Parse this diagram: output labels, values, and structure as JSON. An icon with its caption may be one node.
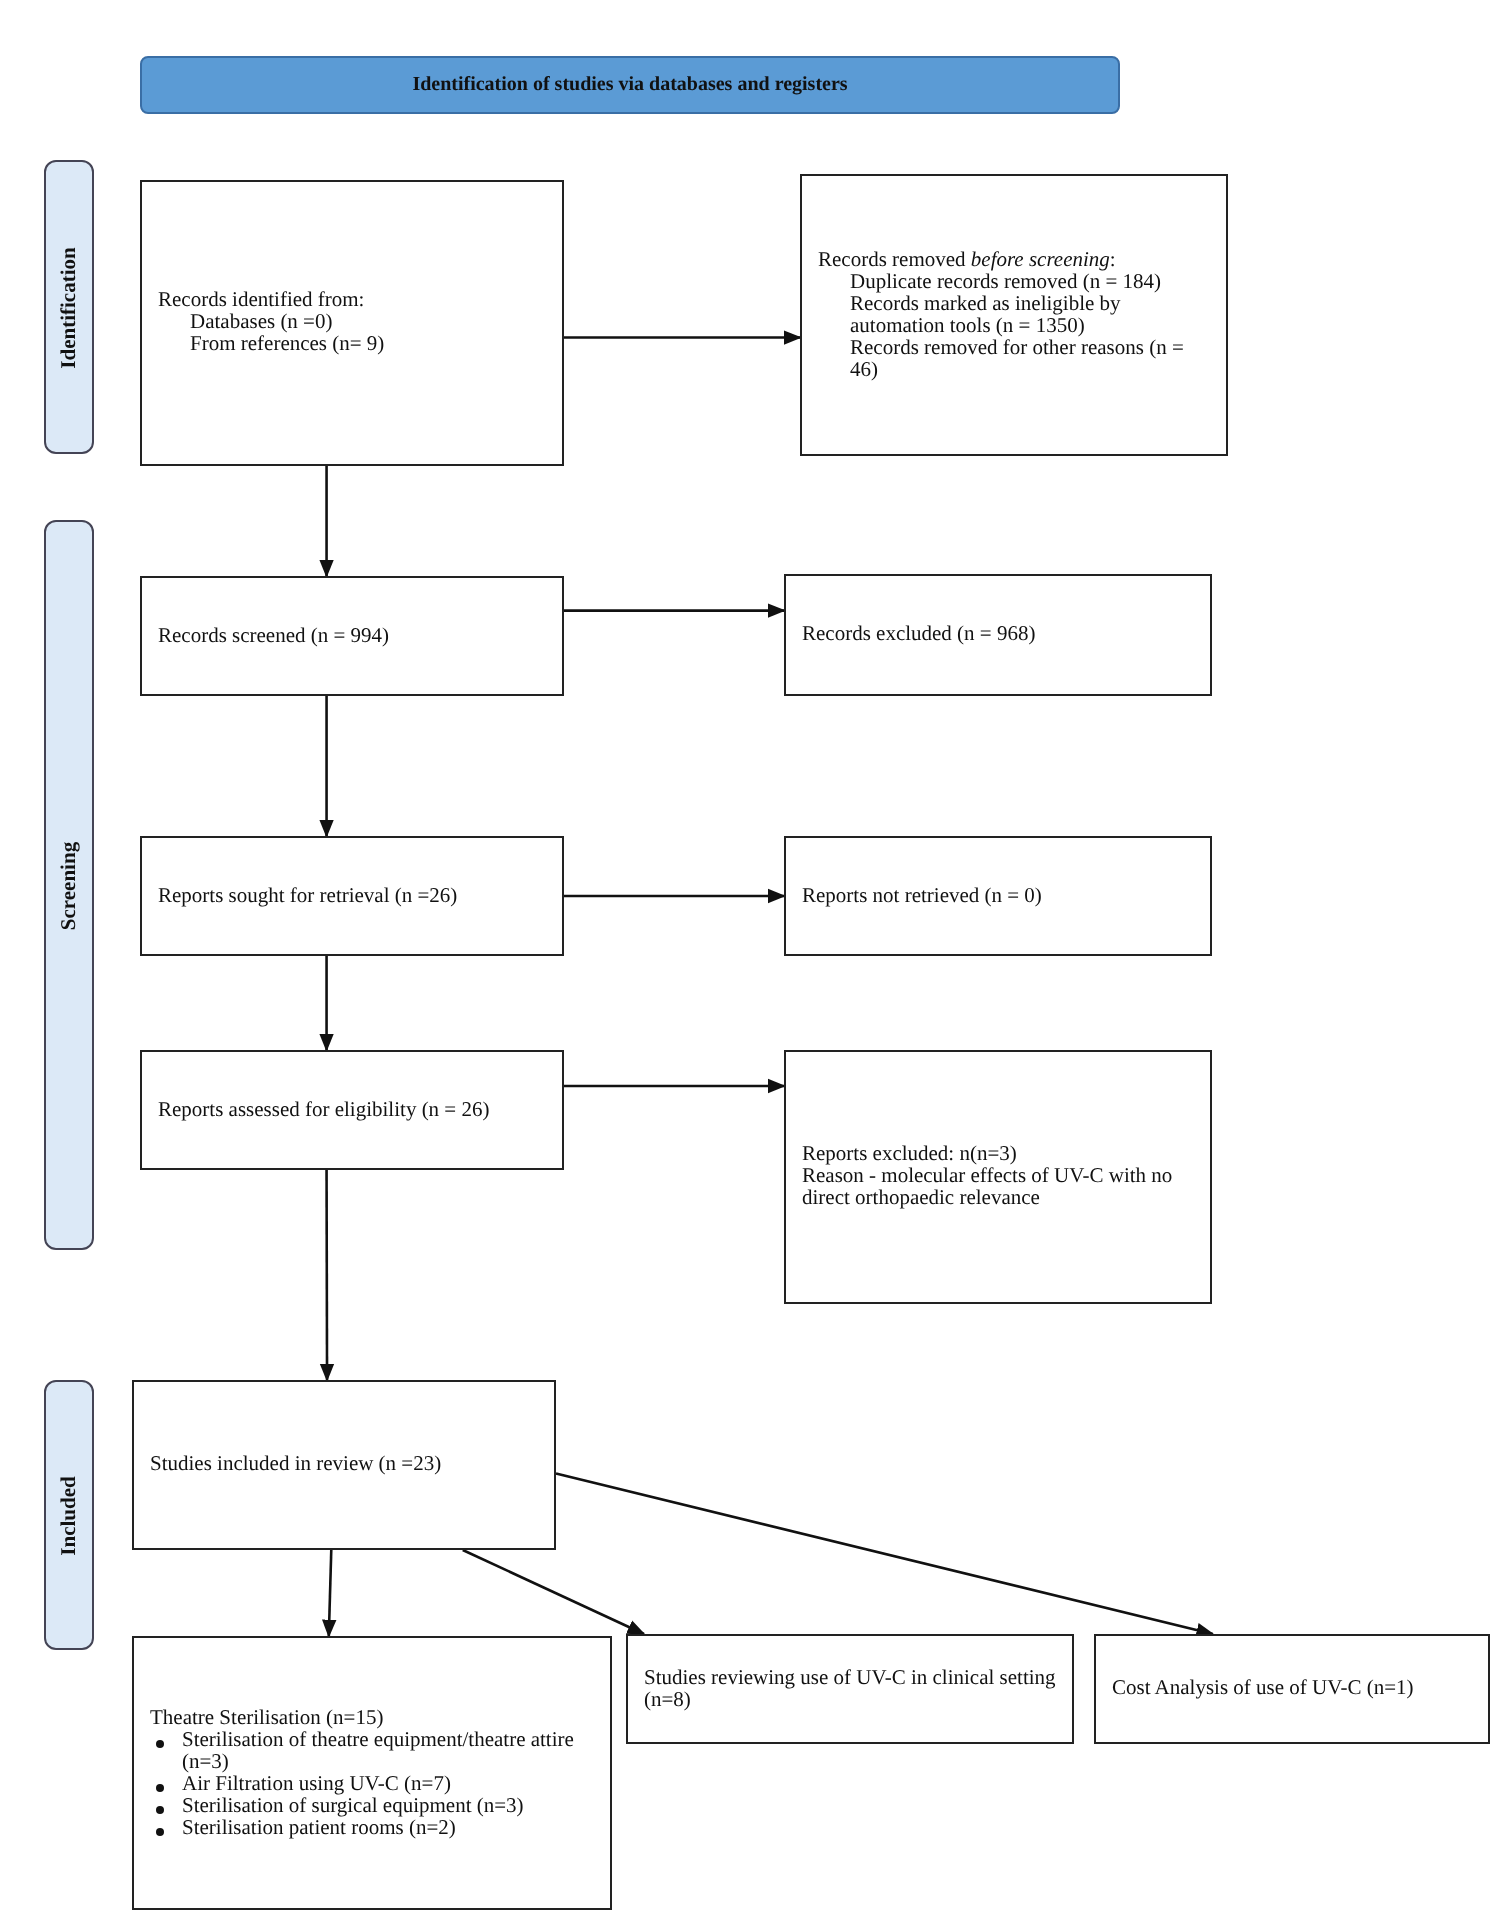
{
  "diagram": {
    "nodes": [
      {
        "text": [
          "Identification of studies via databases and registers"
        ]
      },
      {
        "text": [
          "Identification"
        ]
      },
      {
        "text": [
          "Screening"
        ]
      },
      {
        "text": [
          "Included"
        ]
      },
      {
        "text": [
          "Records identified from:",
          "Databases (n =0)",
          "From references (n= 9)"
        ]
      },
      {
        "text": [
          "Records removed *before screening*:",
          "Duplicate records removed (n = 184)",
          "Records marked as ineligible by automation tools (n = 1350)",
          "Records removed for other reasons (n = 46)"
        ]
      },
      {
        "text": [
          "Records screened (n = 994)"
        ]
      },
      {
        "text": [
          "Records excluded (n = 968)"
        ]
      },
      {
        "text": [
          "Reports sought for retrieval (n =26)"
        ]
      },
      {
        "text": [
          "Reports not retrieved (n = 0)"
        ]
      },
      {
        "text": [
          "Reports assessed for eligibility (n = 26)"
        ]
      },
      {
        "text": [
          "Reports excluded: n(n=3)",
          "Reason - molecular effects of UV-C with no direct orthopaedic relevance"
        ]
      },
      {
        "text": [
          "Studies included in review (n =23)"
        ]
      },
      {
        "text": [
          "Theatre Sterilisation (n=15)",
          "Sterilisation of theatre equipment/theatre attire (n=3)",
          "Air Filtration using UV-C (n=7)",
          "Sterilisation of surgical equipment (n=3)",
          "Sterilisation patient rooms (n=2)"
        ]
      },
      {
        "text": [
          "Studies reviewing use of UV-C in clinical setting (n=8)"
        ]
      },
      {
        "text": [
          "Cost Analysis of use of UV-C (n=1)"
        ]
      }
    ],
    "edges": [
      {
        "from": 4,
        "to": 5,
        "arrow": "to"
      },
      {
        "from": 4,
        "to": 6,
        "arrow": "to"
      },
      {
        "from": 6,
        "to": 7,
        "arrow": "to"
      },
      {
        "from": 6,
        "to": 8,
        "arrow": "to"
      },
      {
        "from": 8,
        "to": 9,
        "arrow": "to"
      },
      {
        "from": 8,
        "to": 10,
        "arrow": "to"
      },
      {
        "from": 10,
        "to": 11,
        "arrow": "to"
      },
      {
        "from": 10,
        "to": 12,
        "arrow": "to"
      },
      {
        "from": 12,
        "to": 13,
        "arrow": "to"
      },
      {
        "from": 12,
        "to": 14,
        "arrow": "to"
      },
      {
        "from": 12,
        "to": 15,
        "arrow": "to"
      }
    ]
  }
}
